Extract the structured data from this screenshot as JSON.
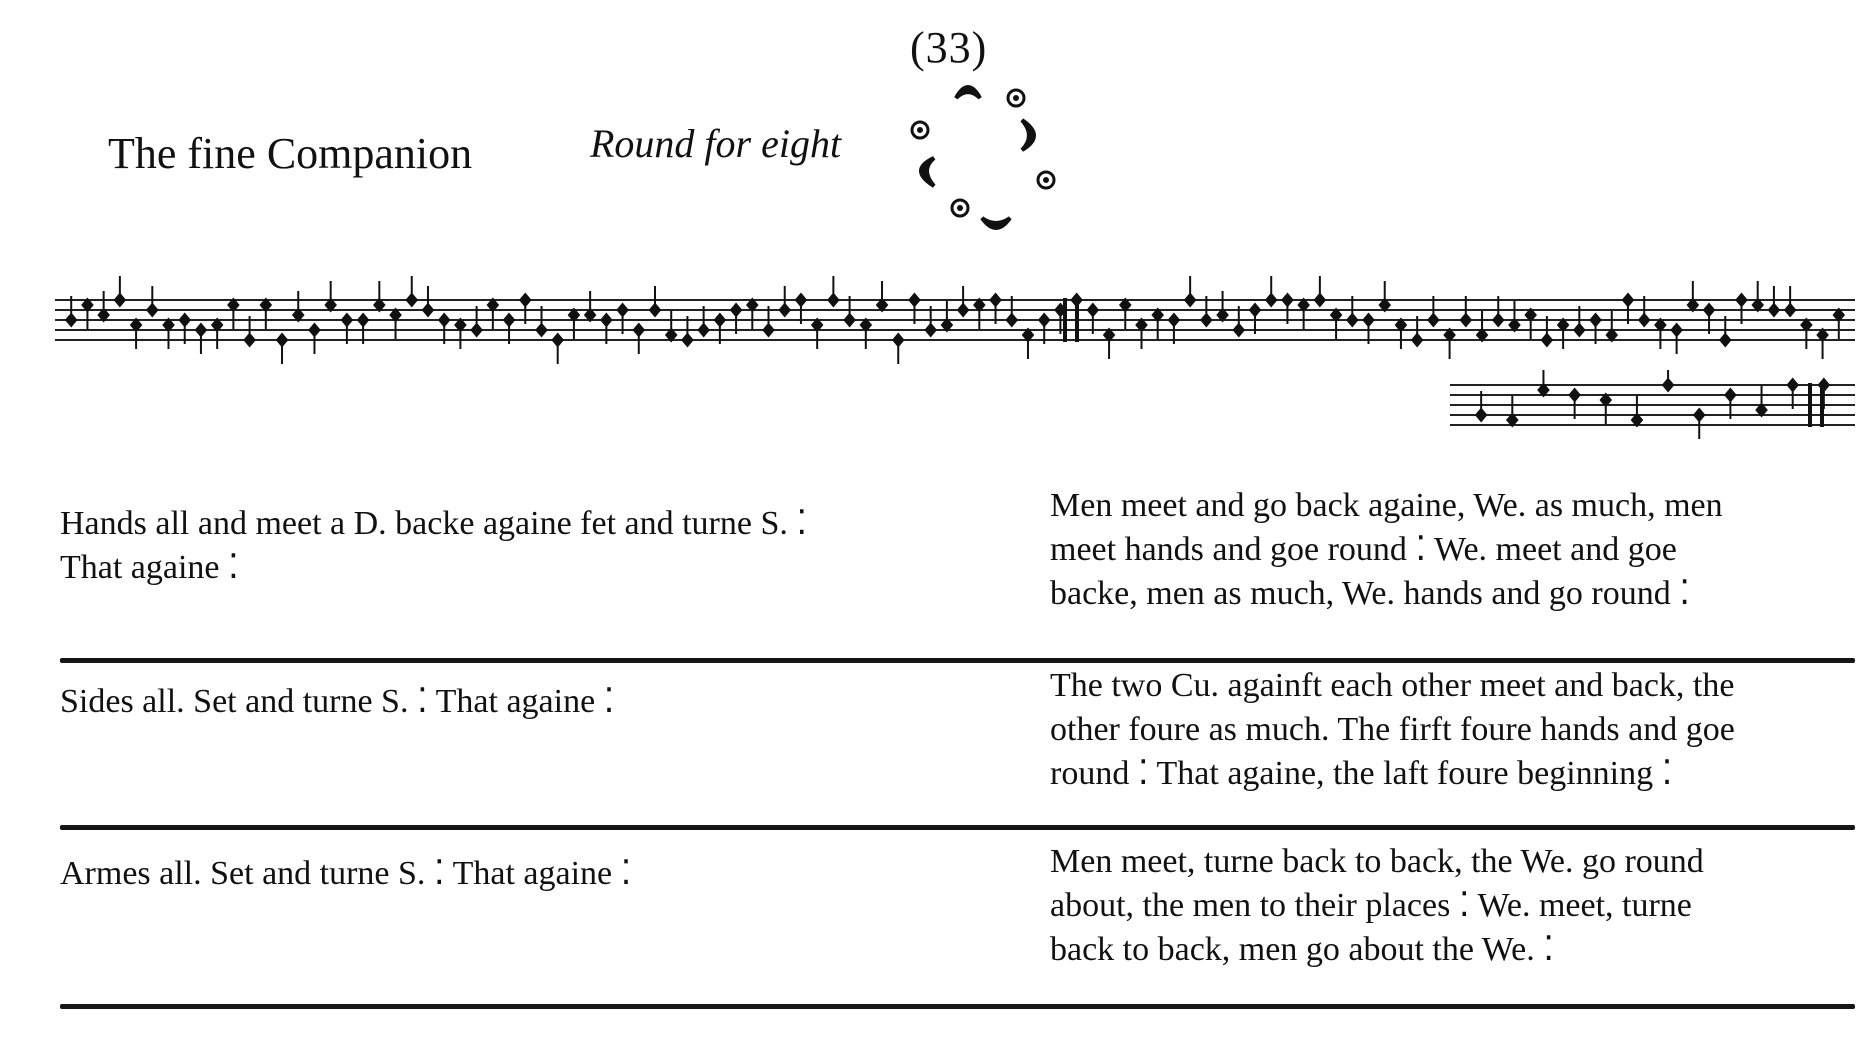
{
  "page_number": "(33)",
  "title": "The fine Companion",
  "dance_form": "Round for eight",
  "figures": [
    {
      "left_lines": [
        "Hands all and meet a D. backe againe fet and turne S. ⁚",
        "That againe ⁚"
      ],
      "right_lines": [
        "Men meet and go back againe, We. as much, men",
        "meet hands and goe round ⁚ We. meet and goe",
        "backe, men as much, We. hands and go round ⁚"
      ]
    },
    {
      "left_lines": [
        "Sides all. Set and turne S. ⁚ That againe ⁚"
      ],
      "right_lines": [
        "The two Cu. againft each other meet and back, the",
        "other foure as much. The firft foure hands and goe",
        "round ⁚ That againe, the laft foure beginning ⁚"
      ]
    },
    {
      "left_lines": [
        "Armes all. Set and turne S. ⁚ That againe ⁚"
      ],
      "right_lines": [
        "Men meet, turne back to back, the We. go round",
        "about, the men to their places ⁚ We. meet, turne",
        "back to back, men go about the We. ⁚"
      ]
    }
  ]
}
